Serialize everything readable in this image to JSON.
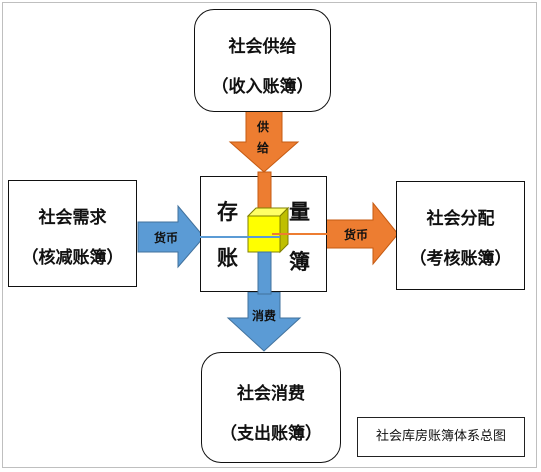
{
  "nodes": {
    "supply": {
      "line1": "社会供给",
      "line2": "（收入账簿）"
    },
    "demand": {
      "line1": "社会需求",
      "line2": "（核减账簿）"
    },
    "distribution": {
      "line1": "社会分配",
      "line2": "（考核账簿）"
    },
    "consumption": {
      "line1": "社会消费",
      "line2": "（支出账簿）"
    }
  },
  "center": {
    "chars": [
      "存",
      "量",
      "账",
      "簿"
    ]
  },
  "arrows": {
    "supply_label": [
      "供",
      "给"
    ],
    "demand_label": "货币",
    "distribution_label": "货币",
    "consumption_label": "消费"
  },
  "legend": "社会库房账簿体系总图",
  "colors": {
    "orange": "#ED7D31",
    "blue": "#5B9BD5",
    "cube": "#FFFF00"
  }
}
